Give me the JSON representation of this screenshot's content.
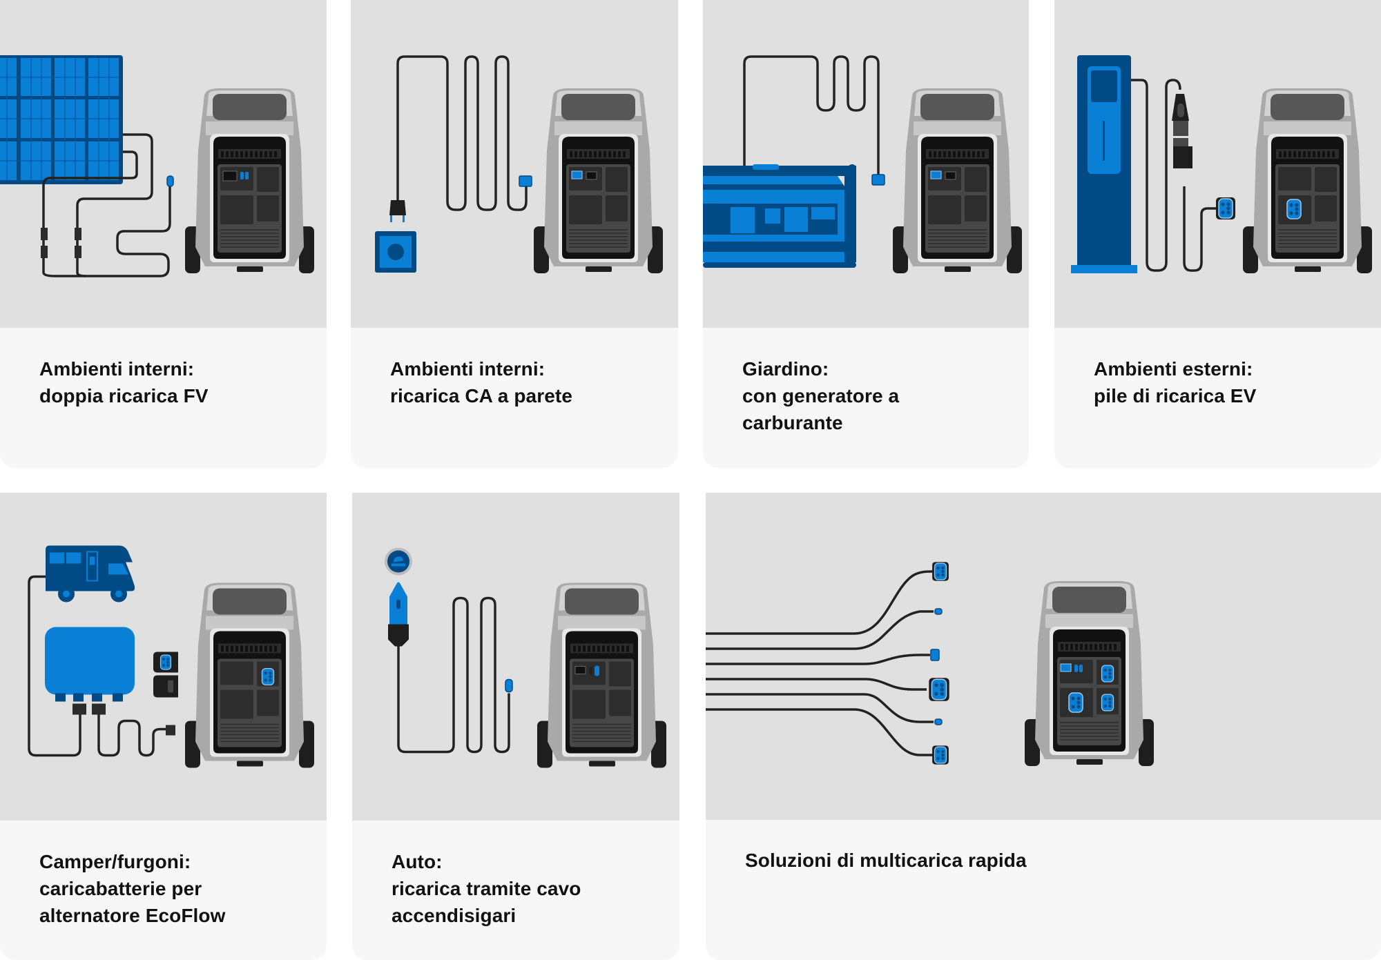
{
  "colors": {
    "card_media_bg": "#e0e0e0",
    "card_caption_bg": "#f7f7f7",
    "brand_blue": "#0a7fd6",
    "dark_blue": "#004a85",
    "cable": "#222222",
    "text": "#111111"
  },
  "cards": [
    {
      "id": "indoor-dual-pv",
      "illustration": "solar-panel-icon",
      "caption_lines": [
        "Ambienti interni:",
        "doppia ricarica FV"
      ]
    },
    {
      "id": "indoor-ac-wall",
      "illustration": "wall-outlet-icon",
      "caption_lines": [
        "Ambienti interni:",
        "ricarica CA a parete"
      ]
    },
    {
      "id": "garden-fuel-generator",
      "illustration": "fuel-generator-icon",
      "caption_lines": [
        "Giardino:",
        "con generatore a",
        "carburante"
      ]
    },
    {
      "id": "outdoor-ev-charging",
      "illustration": "ev-charging-pile-icon",
      "caption_lines": [
        "Ambienti esterni:",
        "pile di ricarica EV"
      ]
    },
    {
      "id": "rv-alternator-charger",
      "illustration": "camper-van-icon",
      "caption_lines": [
        "Camper/furgoni:",
        "caricabatterie per",
        "alternatore EcoFlow"
      ]
    },
    {
      "id": "car-cigarette-lighter",
      "illustration": "car-lighter-plug-icon",
      "caption_lines": [
        "Auto:",
        "ricarica tramite cavo",
        "accendisigari"
      ]
    },
    {
      "id": "fast-multi-charge",
      "illustration": "multi-cable-icon",
      "caption_lines": [
        "Soluzioni di multicarica rapida"
      ]
    }
  ]
}
